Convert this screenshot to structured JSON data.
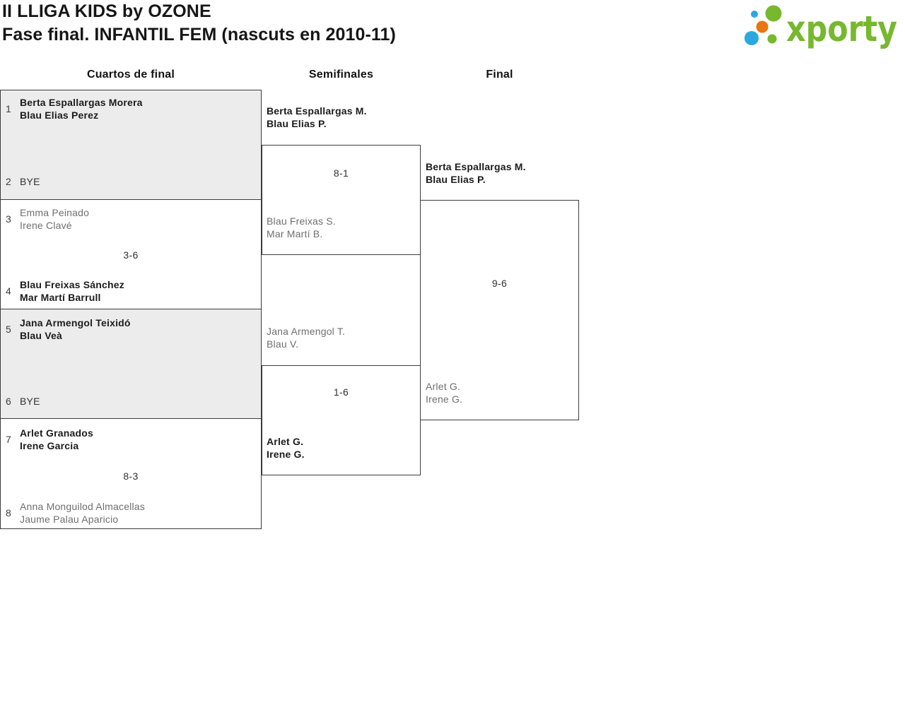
{
  "page": {
    "title_line1": "II LLIGA KIDS by OZONE",
    "title_line2": "Fase final. INFANTIL FEM (nascuts en 2010-11)"
  },
  "logo": {
    "wordmark": "xporty",
    "green": "#76b82e",
    "blue": "#29a9e0",
    "orange": "#e87711"
  },
  "colors": {
    "shaded_box": "#ececec",
    "box_border": "#3c3c3c",
    "winner_text": "#1c1c1c",
    "loser_text": "#6f6f6f"
  },
  "bracket": {
    "round_headers": [
      "Cuartos de final",
      "Semifinales",
      "Final"
    ],
    "qf_entries": [
      {
        "seed": "1",
        "line1": "Berta Espallargas Morera",
        "line2": "Blau Elias Perez",
        "winner": true
      },
      {
        "seed": "2",
        "line1": "BYE",
        "winner": false
      },
      {
        "seed": "3",
        "line1": "Emma Peinado",
        "line2": "Irene Clavé",
        "winner": false
      },
      {
        "seed": "4",
        "line1": "Blau Freixas Sánchez",
        "line2": "Mar Martí Barrull",
        "winner": true
      },
      {
        "seed": "5",
        "line1": "Jana Armengol Teixidó",
        "line2": "Blau Veà",
        "winner": true
      },
      {
        "seed": "6",
        "line1": "BYE",
        "winner": false
      },
      {
        "seed": "7",
        "line1": "Arlet Granados",
        "line2": "Irene Garcia",
        "winner": true
      },
      {
        "seed": "8",
        "line1": "Anna Monguilod Almacellas",
        "line2": "Jaume Palau Aparicio",
        "winner": false
      }
    ],
    "sf_entries": [
      {
        "line1": "Berta Espallargas M.",
        "line2": "Blau Elias P.",
        "winner": true
      },
      {
        "line1": "Blau Freixas S.",
        "line2": "Mar Martí B.",
        "winner": false
      },
      {
        "line1": "Jana Armengol T.",
        "line2": "Blau V.",
        "winner": false
      },
      {
        "line1": "Arlet G.",
        "line2": "Irene G.",
        "winner": true
      }
    ],
    "final_entries": [
      {
        "line1": "Berta Espallargas M.",
        "line2": "Blau Elias P.",
        "winner": true
      },
      {
        "line1": "Arlet G.",
        "line2": "Irene G.",
        "winner": false
      }
    ],
    "scores": {
      "qf_match2": "3-6",
      "qf_match4": "8-3",
      "sf_match1": "8-1",
      "sf_match2": "1-6",
      "final": "9-6"
    }
  }
}
